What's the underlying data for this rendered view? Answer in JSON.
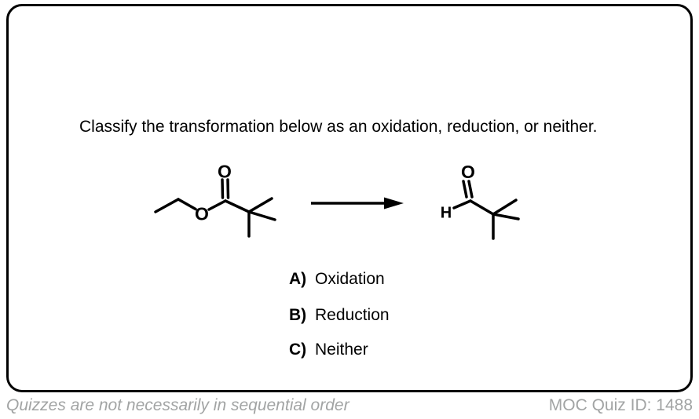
{
  "quiz": {
    "question": "Classify the transformation below as an oxidation, reduction, or neither.",
    "options": [
      {
        "letter": "A)",
        "label": "Oxidation"
      },
      {
        "letter": "B)",
        "label": "Reduction"
      },
      {
        "letter": "C)",
        "label": "Neither"
      }
    ]
  },
  "reaction": {
    "reactant_atom_labels": {
      "carbonyl_oxygen": "O",
      "ester_oxygen": "O"
    },
    "product_atom_labels": {
      "carbonyl_oxygen": "O",
      "aldehyde_hydrogen": "H"
    }
  },
  "footer": {
    "left_note": "Quizzes are not necessarily in sequential order",
    "right_id": "MOC Quiz ID: 1488"
  },
  "colors": {
    "ink": "#000000",
    "background": "#ffffff",
    "border": "#000000",
    "footer_text": "#a2a4a4"
  }
}
